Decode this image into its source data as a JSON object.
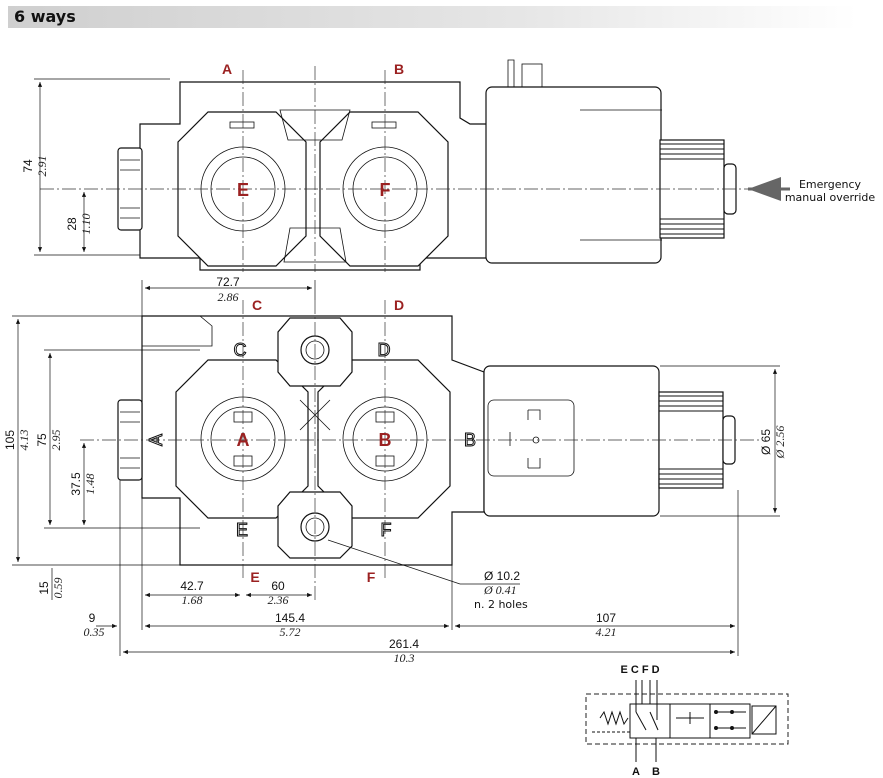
{
  "title": "6 ways",
  "top_view": {
    "ports": [
      "A",
      "B",
      "E",
      "F"
    ],
    "dims": {
      "h_mm": "74",
      "h_in": "2.91",
      "c_mm": "28",
      "c_in": "1.10"
    },
    "note_line1": "Emergency",
    "note_line2": "manual override"
  },
  "front_view": {
    "ports": [
      "C",
      "D",
      "A",
      "B",
      "E",
      "F"
    ],
    "dims": {
      "w1_mm": "72.7",
      "w1_in": "2.86",
      "h_mm": "105",
      "h_in": "4.13",
      "h2_mm": "75",
      "h2_in": "2.95",
      "h3_mm": "37.5",
      "h3_in": "1.48",
      "b_mm": "15",
      "b_in": "0.59",
      "w2_mm": "42.7",
      "w2_in": "1.68",
      "w3_mm": "60",
      "w3_in": "2.36",
      "d_mm": "Ø 10.2",
      "d_in": "Ø 0.41",
      "holes": "n. 2 holes",
      "o_mm": "9",
      "o_in": "0.35",
      "w4_mm": "145.4",
      "w4_in": "5.72",
      "w5_mm": "107",
      "w5_in": "4.21",
      "w6_mm": "261.4",
      "w6_in": "10.3",
      "coil_mm": "Ø 65",
      "coil_in": "Ø 2.56"
    }
  },
  "schematic": {
    "top_labels": "E C F D",
    "bottom_a": "A",
    "bottom_b": "B"
  }
}
